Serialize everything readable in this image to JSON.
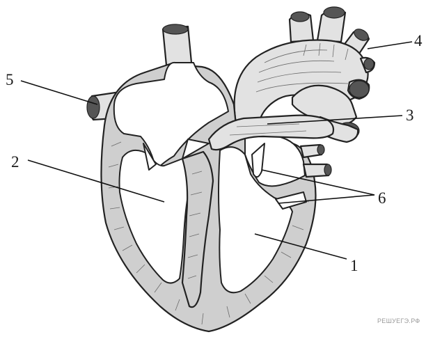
{
  "diagram": {
    "labels": [
      {
        "id": "1",
        "text": "1"
      },
      {
        "id": "2",
        "text": "2"
      },
      {
        "id": "3",
        "text": "3"
      },
      {
        "id": "4",
        "text": "4"
      },
      {
        "id": "5",
        "text": "5"
      },
      {
        "id": "6",
        "text": "6"
      }
    ],
    "watermark": "РЕШУЕГЭ.РФ"
  }
}
